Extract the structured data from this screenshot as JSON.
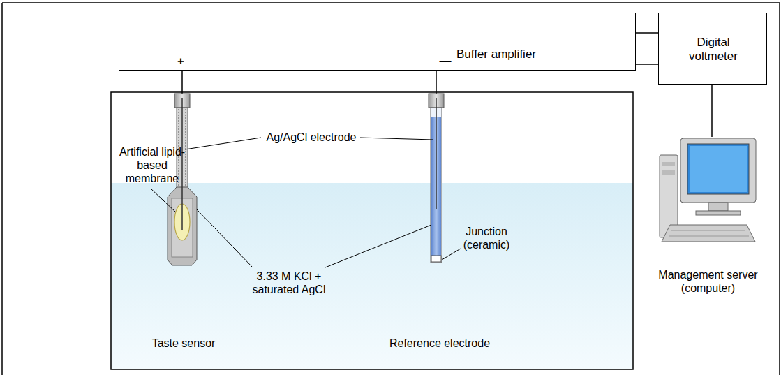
{
  "diagram": {
    "nodes": [
      {
        "text": [
          "Buffer amplifier",
          "+",
          "—"
        ]
      },
      {
        "text": [
          "Digital voltmeter"
        ]
      }
    ],
    "edges": [
      {
        "from": 0,
        "to": 1,
        "arrow": "none"
      },
      {
        "from": 0,
        "to": 1,
        "arrow": "none"
      }
    ],
    "labels": [
      "Artificial lipid-based membrane",
      "Ag/AgCl electrode",
      "Junction (ceramic)",
      "3.33 M KCl + saturated AgCl",
      "Taste sensor",
      "Reference electrode",
      "Management server (computer)"
    ]
  }
}
